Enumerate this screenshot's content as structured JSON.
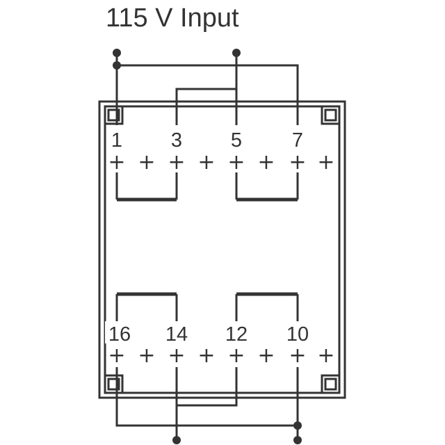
{
  "title": "115 V Input",
  "pins": {
    "top": [
      "1",
      "3",
      "5",
      "7"
    ],
    "bottom": [
      "16",
      "14",
      "12",
      "10"
    ]
  }
}
